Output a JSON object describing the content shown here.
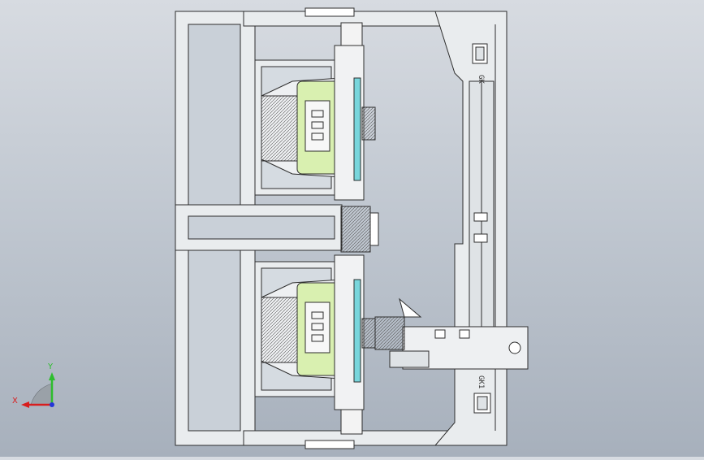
{
  "model": {
    "frame_color": "#e9ecee",
    "line_color": "#2d2d2d",
    "highlight_green": "#d9f0b0",
    "accent_cyan": "#78d6dc",
    "device_labels": [
      "GK",
      "GK1"
    ]
  },
  "triad": {
    "x_label": "X",
    "y_label": "Y",
    "x_color": "#d81e1e",
    "y_color": "#2ebd2e",
    "z_color": "#2436d8",
    "plane_color": "#9aa1a8"
  }
}
